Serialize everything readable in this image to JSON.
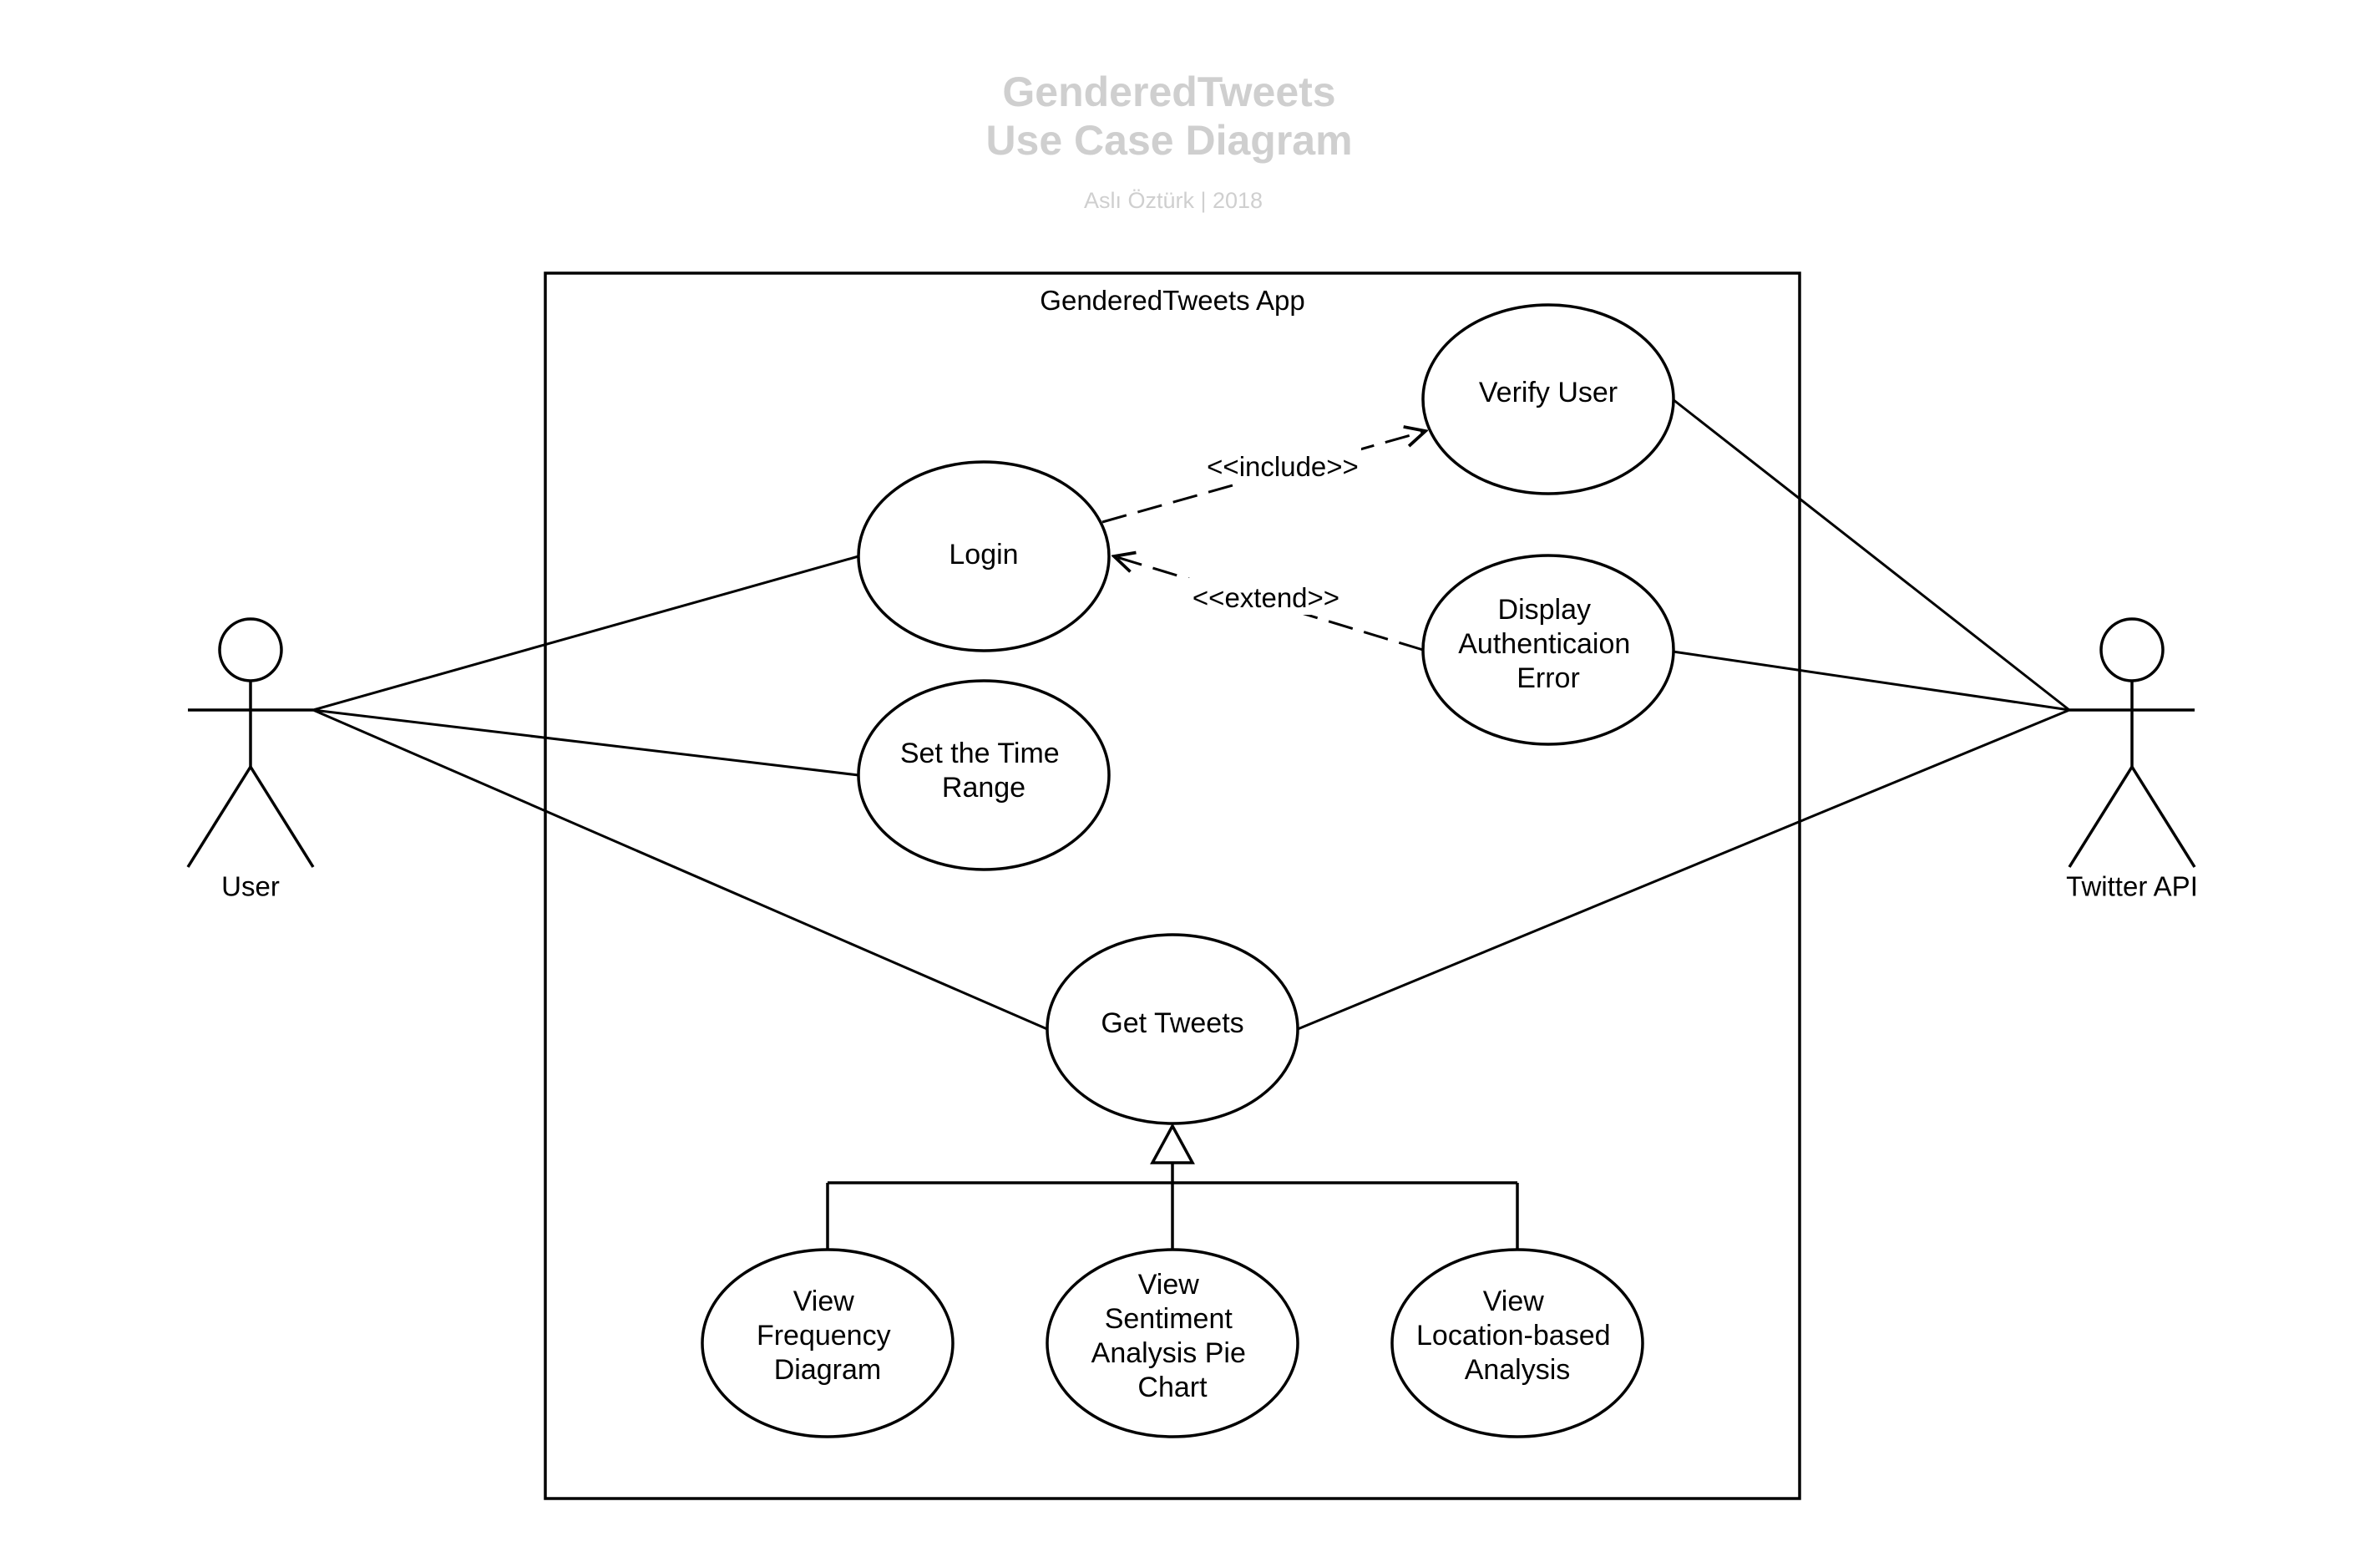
{
  "title": {
    "line1": "GenderedTweets",
    "line2": "Use Case Diagram",
    "subtitle": "Aslı Öztürk  |  2018"
  },
  "system": {
    "label": "GenderedTweets App"
  },
  "actors": {
    "user": {
      "label": "User"
    },
    "twitter_api": {
      "label": "Twitter API"
    }
  },
  "use_cases": {
    "login": [
      "Login"
    ],
    "set_time_range": [
      "Set the Time",
      "Range"
    ],
    "get_tweets": [
      "Get Tweets"
    ],
    "verify_user": [
      "Verify User"
    ],
    "display_auth_error": [
      "Display",
      "Authenticaion",
      "Error"
    ],
    "view_frequency": [
      "View",
      "Frequency",
      "Diagram"
    ],
    "view_sentiment": [
      "View",
      "Sentiment",
      "Analysis Pie",
      "Chart"
    ],
    "view_location": [
      "View",
      "Location-based",
      "Analysis"
    ]
  },
  "relations": {
    "include": "<<include>>",
    "extend": "<<extend>>"
  }
}
